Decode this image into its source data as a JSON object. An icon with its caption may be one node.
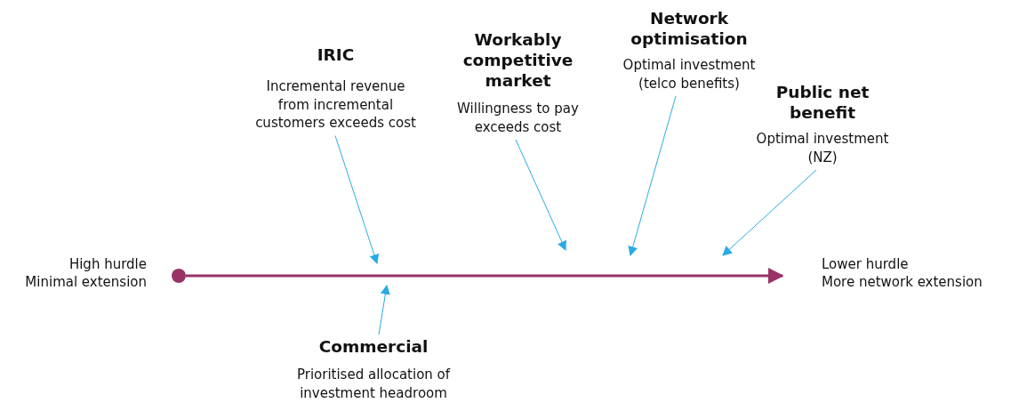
{
  "diagram": {
    "nodes": [
      {
        "text": [
          "IRIC",
          "Incremental revenue from incremental customers exceeds cost"
        ]
      },
      {
        "text": [
          "Workably competitive market",
          "Willingness to pay exceeds cost"
        ]
      },
      {
        "text": [
          "Network optimisation",
          "Optimal investment (telco benefits)"
        ]
      },
      {
        "text": [
          "Public net benefit",
          "Optimal investment (NZ)"
        ]
      },
      {
        "text": [
          "Commercial",
          "Prioritised allocation of investment headroom"
        ]
      },
      {
        "text": [],
        "shape": "circle"
      }
    ],
    "edges": [
      {
        "from": 0,
        "to": null,
        "arrow": "to"
      },
      {
        "from": 1,
        "to": null,
        "arrow": "to"
      },
      {
        "from": 2,
        "to": null,
        "arrow": "to"
      },
      {
        "from": 3,
        "to": null,
        "arrow": "to"
      },
      {
        "from": 4,
        "to": null,
        "arrow": "to"
      },
      {
        "from": 5,
        "to": null,
        "arrow": "to",
        "style": "thick",
        "color": "#993366"
      }
    ],
    "labels": [
      "High hurdle",
      "Minimal extension",
      "Lower hurdle",
      "More network extension"
    ]
  }
}
